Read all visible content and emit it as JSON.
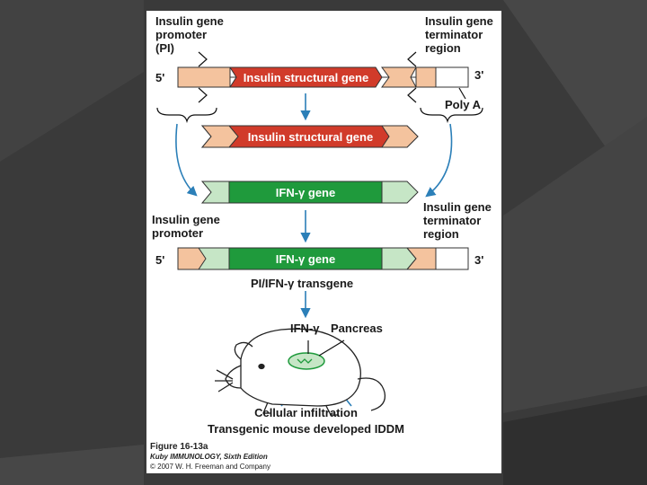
{
  "labels": {
    "promoter_pi": "Insulin gene\npromoter\n(PI)",
    "terminator_top": "Insulin gene\nterminator\nregion",
    "five_prime": "5'",
    "three_prime": "3'",
    "poly_a": "Poly A",
    "terminator_mid": "Insulin gene\nterminator\nregion",
    "promoter_mid": "Insulin gene\npromoter",
    "transgene": "PI/IFN-γ transgene",
    "ifn": "IFN-γ",
    "pancreas": "Pancreas",
    "cellular": "Cellular infiltration",
    "transgenic": "Transgenic mouse developed IDDM"
  },
  "genes": {
    "insulin": "Insulin structural gene",
    "ifn": "IFN-γ gene"
  },
  "caption": {
    "figure": "Figure 16-13a",
    "book": "Kuby IMMUNOLOGY, Sixth Edition",
    "copyright": "© 2007 W. H. Freeman and Company"
  },
  "colors": {
    "promoter": "#f4c39e",
    "insulin_gene": "#d13b2a",
    "ifn_gene": "#1f9a3c",
    "ifn_light": "#c6e6c6",
    "arrow": "#2b7fb8",
    "background": "#3a3a3a"
  }
}
